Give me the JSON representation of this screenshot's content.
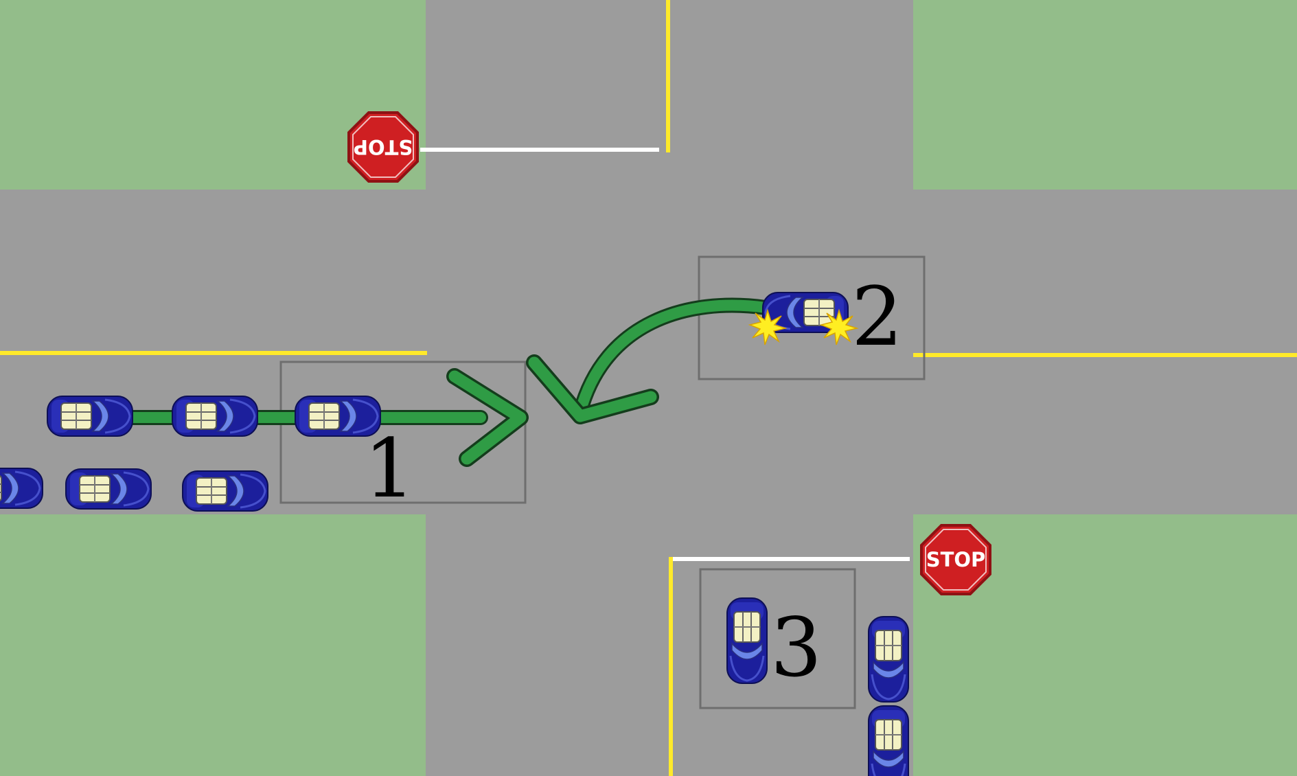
{
  "colors": {
    "grass": "#93bd8a",
    "road": "#9c9c9c",
    "yellow_line": "#ffea2a",
    "white_line": "#ffffff",
    "car_body": "#1c1f9c",
    "path": "#2f9c45",
    "stop_sign": "#cf1f22",
    "spark": "#ffee22"
  },
  "stop_signs": [
    {
      "id": "stop-sign-north",
      "text": "STOP",
      "orientation": "upside-down"
    },
    {
      "id": "stop-sign-south",
      "text": "STOP",
      "orientation": "upright"
    }
  ],
  "vehicles": [
    {
      "id": "1",
      "label": "1",
      "heading": "east",
      "path": "straight"
    },
    {
      "id": "2",
      "label": "2",
      "heading": "west",
      "path": "left-turn",
      "signals": "flashing"
    },
    {
      "id": "3",
      "label": "3",
      "heading": "north",
      "path": "stopped"
    }
  ],
  "icons": {
    "car": "car-icon",
    "stop": "stop-sign-icon",
    "spark": "turn-signal-spark-icon",
    "arrow": "path-arrow-icon"
  }
}
